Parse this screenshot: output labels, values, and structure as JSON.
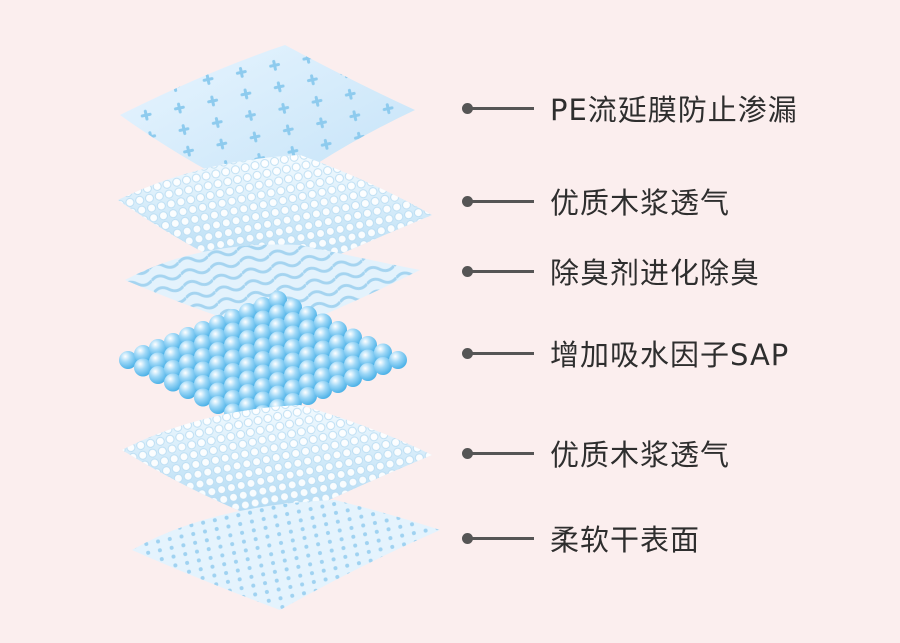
{
  "layers": [
    {
      "label": "PE流延膜防止渗漏"
    },
    {
      "label": "优质木浆透气"
    },
    {
      "label": "除臭剂进化除臭"
    },
    {
      "label": "增加吸水因子SAP"
    },
    {
      "label": "优质木浆透气"
    },
    {
      "label": "柔软干表面"
    }
  ],
  "colors": {
    "background": "#fbeeee",
    "connector": "#555555",
    "text": "#2e2e2e",
    "layer_light": "#dcefff",
    "layer_mid": "#b4dcf4",
    "sap_ball": "#7ccbf2"
  }
}
